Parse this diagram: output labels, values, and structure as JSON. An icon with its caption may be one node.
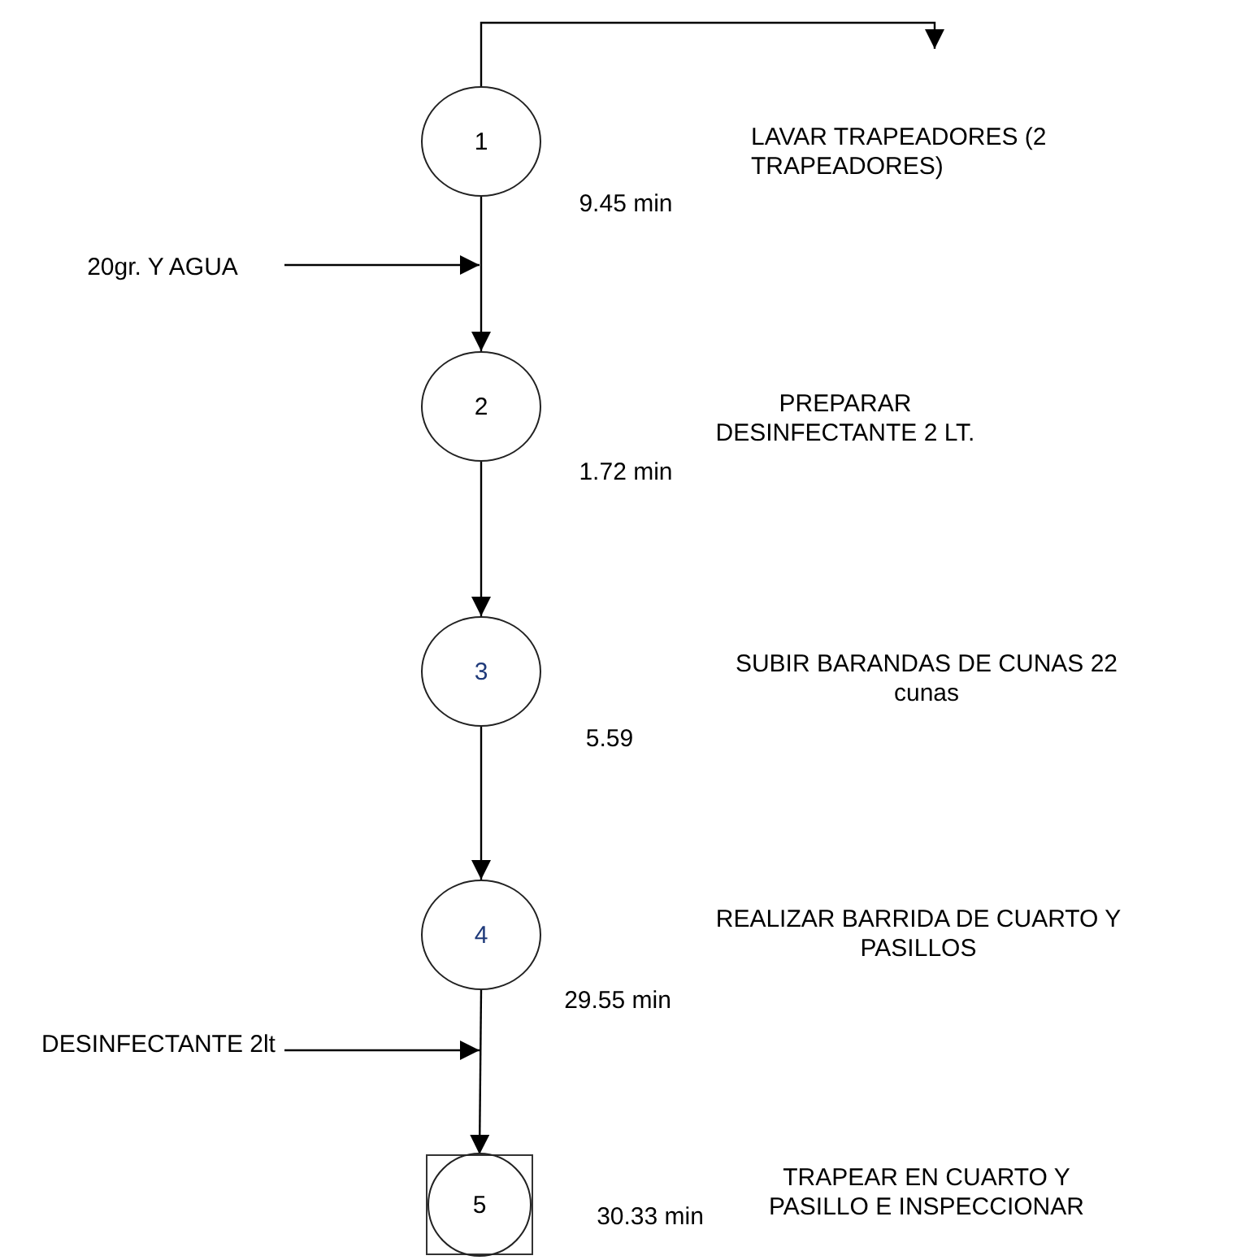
{
  "diagram": {
    "nodes": [
      {
        "text": [
          "1"
        ],
        "beside": [
          "9.45 min"
        ]
      },
      {
        "text": [
          "2"
        ],
        "beside": [
          "1.72 min"
        ]
      },
      {
        "text": [
          "3"
        ],
        "beside": [
          "5.59"
        ]
      },
      {
        "text": [
          "4"
        ],
        "beside": [
          "29.55 min"
        ]
      },
      {
        "text": [
          "5"
        ],
        "beside": [
          "30.33 min"
        ]
      },
      {
        "text": [
          "20gr. Y AGUA"
        ]
      },
      {
        "text": [
          "DESINFECTANTE 2lt"
        ]
      }
    ],
    "edges": [
      {
        "from": 0,
        "to": null,
        "arrow": "to"
      },
      {
        "from": 5,
        "to": null,
        "arrow": "to"
      },
      {
        "from": 0,
        "to": 1,
        "arrow": "to"
      },
      {
        "from": 1,
        "to": 2,
        "arrow": "to"
      },
      {
        "from": 2,
        "to": 3,
        "arrow": "to"
      },
      {
        "from": 3,
        "to": 4,
        "arrow": "to"
      },
      {
        "from": 6,
        "to": null,
        "arrow": "to"
      }
    ],
    "labels": [
      "LAVAR TRAPEADORES (2 TRAPEADORES)",
      "PREPARAR DESINFECTANTE 2 LT.",
      "SUBIR BARANDAS DE CUNAS 22 cunas",
      "REALIZAR BARRIDA DE CUARTO Y PASILLOS",
      "TRAPEAR EN CUARTO Y PASILLO E INSPECCIONAR"
    ]
  }
}
